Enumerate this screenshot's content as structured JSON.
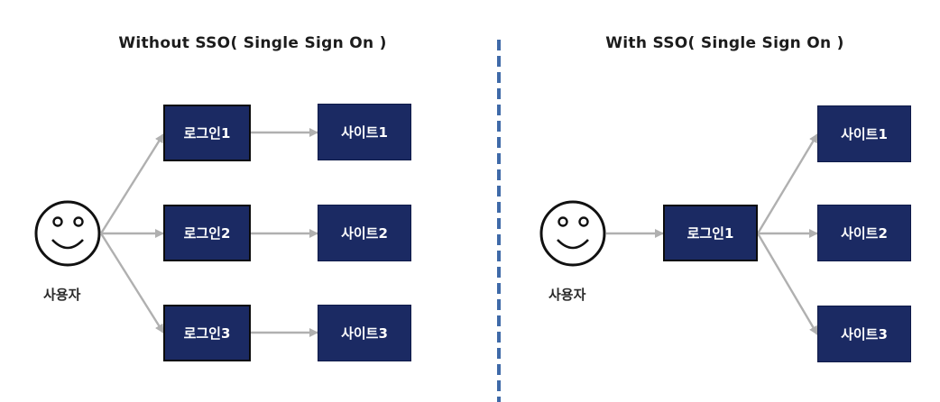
{
  "without_sso": {
    "title": "Without SSO( Single Sign On )",
    "user_label": "사용자",
    "logins": [
      "로그인1",
      "로그인2",
      "로그인3"
    ],
    "sites": [
      "사이트1",
      "사이트2",
      "사이트3"
    ]
  },
  "with_sso": {
    "title": "With SSO( Single Sign On )",
    "user_label": "사용자",
    "login": "로그인1",
    "sites": [
      "사이트1",
      "사이트2",
      "사이트3"
    ]
  },
  "colors": {
    "box_fill": "#1b2a63",
    "arrow": "#b0b0b0",
    "divider": "#3f6aa8"
  }
}
